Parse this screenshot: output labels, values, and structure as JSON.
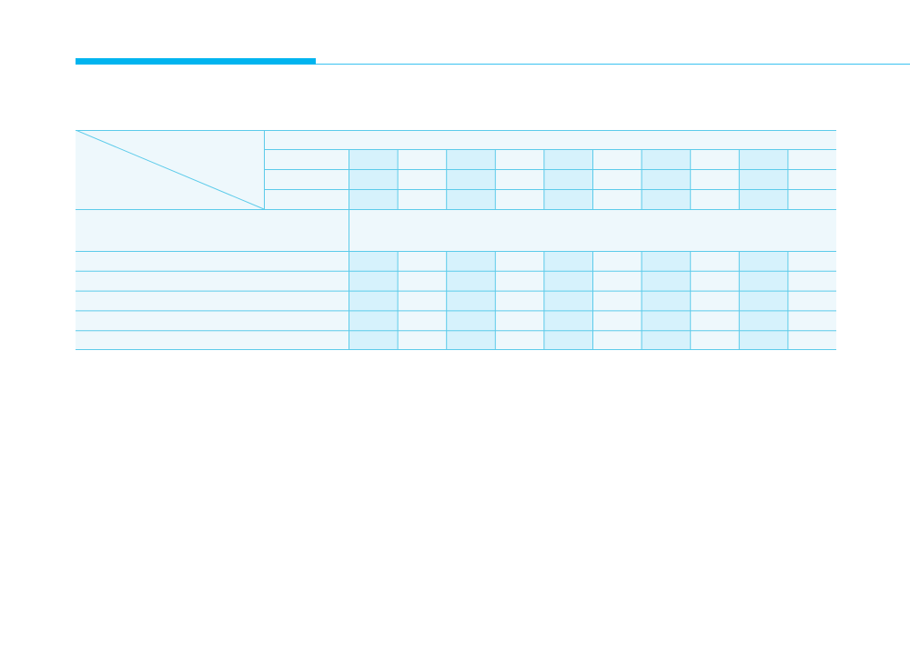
{
  "colors": {
    "accent": "#00b4ef",
    "rule": "#39c2f0",
    "grid_line": "#5ccbea",
    "cell_light": "#eef8fc",
    "cell_shaded": "#d6f2fc"
  },
  "table": {
    "value_columns": 10,
    "header_rows": 3,
    "body_rows": 5,
    "shaded_columns": [
      0,
      2,
      4,
      6,
      8
    ]
  }
}
